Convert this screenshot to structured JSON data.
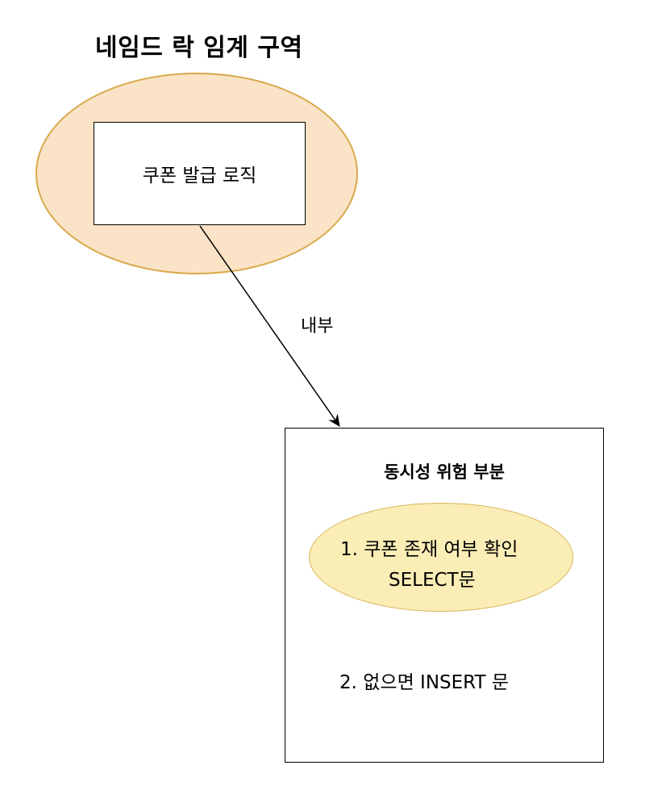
{
  "diagram": {
    "title": "네임드 락 임계 구역",
    "critical_section": {
      "fill_color": "#fae3c6",
      "stroke_color": "#d9a84a",
      "logic_box": {
        "label": "쿠폰 발급 로직"
      }
    },
    "connector": {
      "label": "내부",
      "color": "#000000"
    },
    "danger_box": {
      "title": "동시성 위험 부분",
      "select_step": {
        "line1": "1. 쿠폰 존재 여부 확인",
        "line2": "SELECT문",
        "fill_color": "#faedb6",
        "stroke_color": "#d8b456"
      },
      "insert_step": {
        "label": "2. 없으면 INSERT 문"
      }
    }
  }
}
